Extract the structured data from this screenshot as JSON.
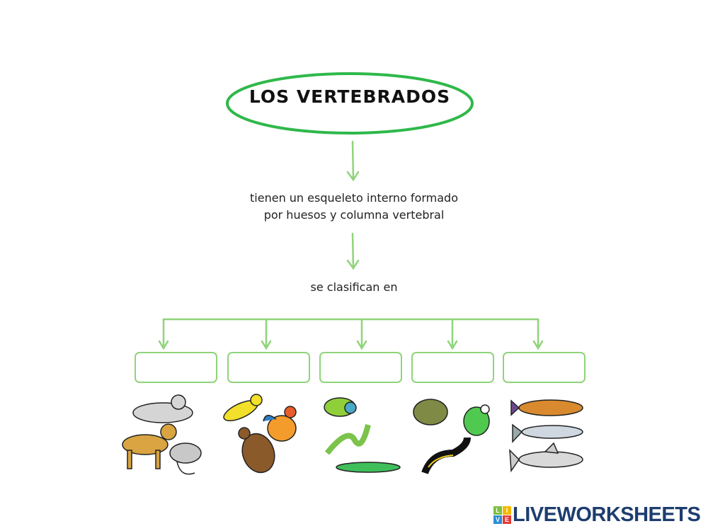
{
  "title": "LOS VERTEBRADOS",
  "description_line1": "tienen un esqueleto interno formado",
  "description_line2": "por huesos y columna vertebral",
  "classify_text": "se clasifican en",
  "answer_boxes": [
    {
      "value": "",
      "animals": [
        "cat",
        "dog",
        "mouse"
      ]
    },
    {
      "value": "",
      "animals": [
        "canary",
        "rooster",
        "eagle"
      ]
    },
    {
      "value": "",
      "animals": [
        "chameleon",
        "snake",
        "crocodile"
      ]
    },
    {
      "value": "",
      "animals": [
        "toad",
        "frog",
        "salamander"
      ]
    },
    {
      "value": "",
      "animals": [
        "trout",
        "sardine",
        "shark"
      ]
    }
  ],
  "logo": {
    "text": "LIVEWORKSHEETS",
    "badge_letters": [
      "L",
      "I",
      "V",
      "E"
    ]
  },
  "colors": {
    "accent_green": "#8fd47a",
    "oval_green": "#2fb84a",
    "logo_blue": "#1d3d6e"
  }
}
